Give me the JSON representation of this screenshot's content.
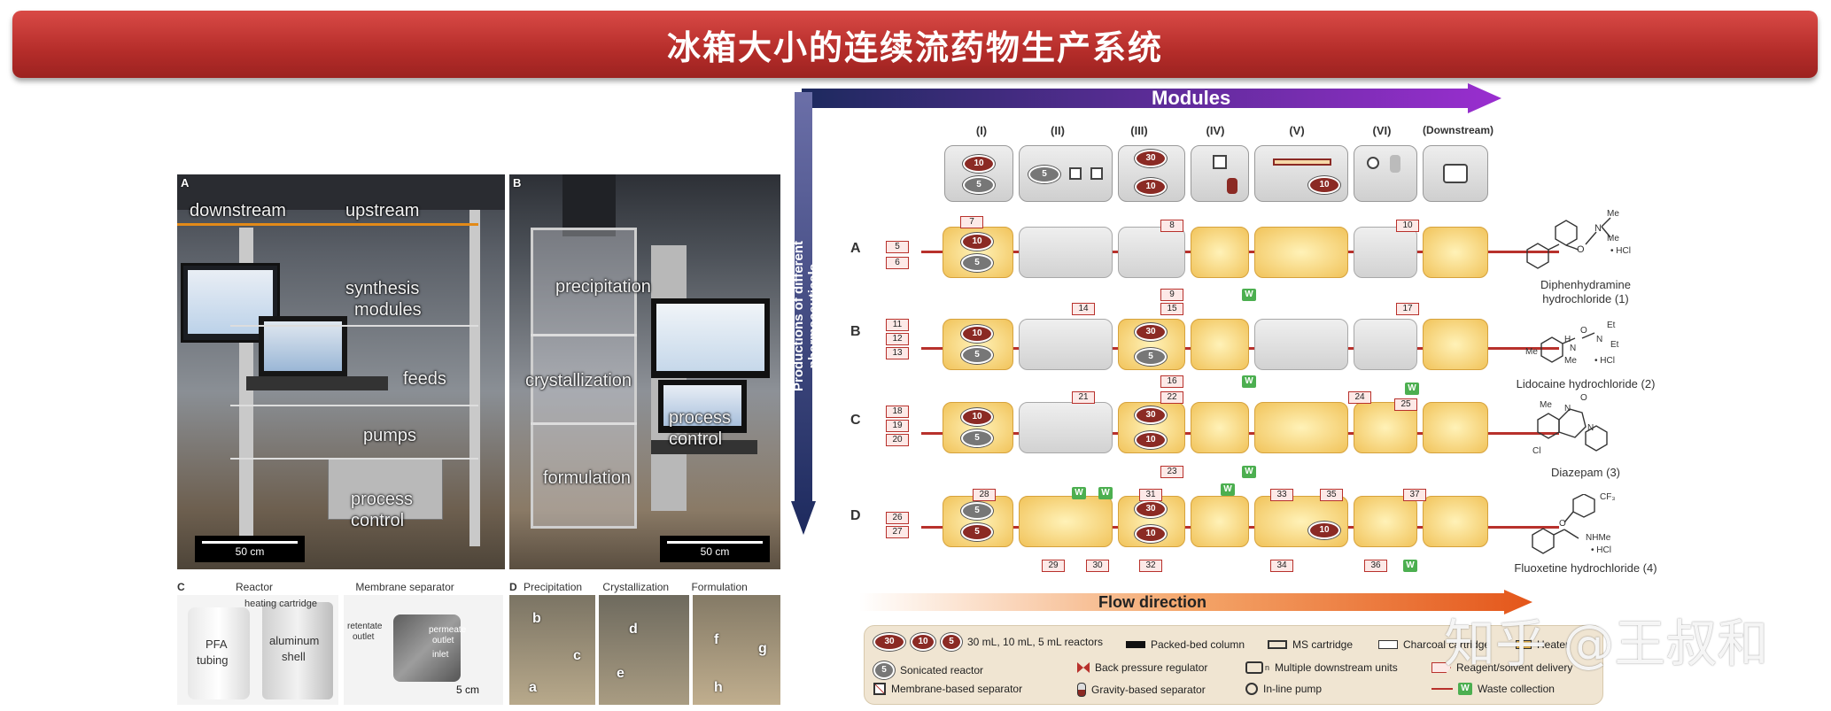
{
  "title": "冰箱大小的连续流药物生产系统",
  "photos": {
    "A": {
      "letter": "A",
      "labels": [
        "downstream",
        "upstream",
        "synthesis",
        "modules",
        "feeds",
        "pumps",
        "process",
        "control"
      ],
      "scale": "50 cm"
    },
    "B": {
      "letter": "B",
      "labels": [
        "precipitation",
        "crystallization",
        "formulation",
        "process",
        "control"
      ],
      "scale": "50 cm"
    },
    "C": {
      "letter": "C",
      "captions": [
        "Reactor",
        "Membrane separator"
      ],
      "labels": [
        "heating cartridge",
        "PFA",
        "tubing",
        "aluminum",
        "shell",
        "retentate",
        "outlet",
        "permeate",
        "outlet",
        "inlet"
      ],
      "scale": "5 cm"
    },
    "D": {
      "letter": "D",
      "captions": [
        "Precipitation",
        "Crystallization",
        "Formulation"
      ],
      "sub": [
        "a",
        "b",
        "c",
        "d",
        "e",
        "f",
        "g",
        "h"
      ]
    }
  },
  "schematic": {
    "modules_label": "Modules",
    "productions_label": "Productions of different pharmaceuticals",
    "module_headers": [
      "(I)",
      "(II)",
      "(III)",
      "(IV)",
      "(V)",
      "(VI)",
      "(Downstream)"
    ],
    "rows": [
      {
        "letter": "A",
        "name": "Diphenhydramine",
        "name2": "hydrochloride (1)",
        "inputs": [
          "5",
          "6"
        ],
        "tags": [
          "7",
          "8",
          "9",
          "10"
        ],
        "struct": [
          "Me",
          "N",
          "Me",
          "O",
          "• HCl"
        ]
      },
      {
        "letter": "B",
        "name": "Lidocaine hydrochloride (2)",
        "name2": "",
        "inputs": [
          "11",
          "12",
          "13"
        ],
        "tags": [
          "14",
          "15",
          "16",
          "17"
        ],
        "struct": [
          "Me",
          "O",
          "H",
          "N",
          "N",
          "Et",
          "Et",
          "Me",
          "• HCl"
        ]
      },
      {
        "letter": "C",
        "name": "Diazepam (3)",
        "name2": "",
        "inputs": [
          "18",
          "19",
          "20"
        ],
        "tags": [
          "21",
          "22",
          "23",
          "24",
          "25"
        ],
        "struct": [
          "Me",
          "O",
          "N",
          "N",
          "Cl"
        ]
      },
      {
        "letter": "D",
        "name": "Fluoxetine hydrochloride (4)",
        "name2": "",
        "inputs": [
          "26",
          "27"
        ],
        "tags": [
          "28",
          "29",
          "30",
          "31",
          "32",
          "33",
          "34",
          "35",
          "36",
          "37"
        ],
        "struct": [
          "CF₃",
          "O",
          "NHMe",
          "• HCl"
        ]
      }
    ],
    "reactor_numbers": [
      "30",
      "10",
      "5"
    ],
    "waste": "W",
    "flow_label": "Flow direction",
    "legend": [
      "30 mL, 10 mL, 5 mL reactors",
      "Packed-bed column",
      "MS cartridge",
      "Charcoal cartridge",
      "Heater",
      "Sonicated reactor",
      "Back pressure regulator",
      "Multiple downstream units",
      "Reagent/solvent delivery",
      "Membrane-based separator",
      "Gravity-based separator",
      "In-line pump",
      "Waste collection"
    ],
    "legend_marks": [
      "5",
      "n"
    ]
  },
  "watermark": "知乎 @王叔和",
  "colors": {
    "banner": "#b52d2a",
    "accent_red": "#b8312c",
    "yellow_cell": "#f1c35a",
    "navy": "#1d2a5e",
    "purple": "#8e2bc6",
    "orange": "#e86a1c"
  }
}
